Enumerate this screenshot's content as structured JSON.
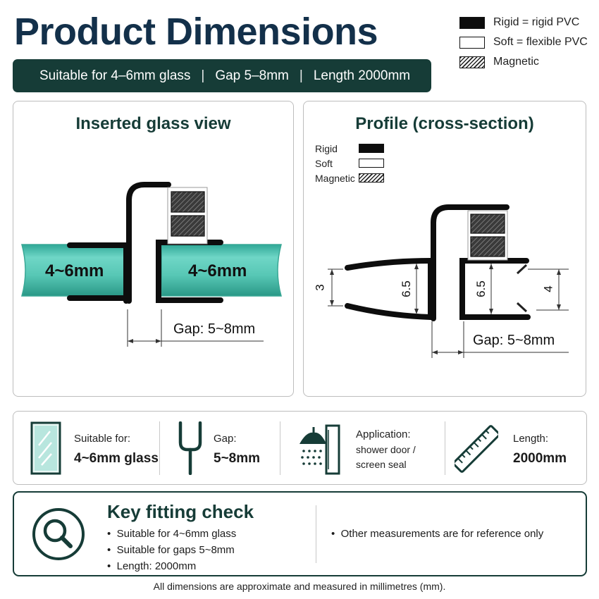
{
  "title": "Product Dimensions",
  "legend": [
    {
      "type": "rigid",
      "label": "Rigid = rigid PVC"
    },
    {
      "type": "soft",
      "label": "Soft = flexible PVC"
    },
    {
      "type": "magnetic",
      "label": "Magnetic"
    }
  ],
  "banner": {
    "glass": "Suitable for 4–6mm glass",
    "gap": "Gap 5–8mm",
    "length": "Length 2000mm",
    "separator": "|"
  },
  "inserted_view": {
    "title": "Inserted glass view",
    "glass_left_label": "4~6mm",
    "glass_right_label": "4~6mm",
    "gap_label": "Gap: 5~8mm"
  },
  "profile_view": {
    "title": "Profile (cross-section)",
    "legend": {
      "rigid": "Rigid",
      "soft": "Soft",
      "magnetic": "Magnetic"
    },
    "dim_left": "3",
    "dim_inner_left": "6.5",
    "dim_inner_right": "6.5",
    "dim_right": "4",
    "gap_label": "Gap: 5~8mm"
  },
  "specs": [
    {
      "icon": "glass-pane-icon",
      "label": "Suitable for:",
      "value": "4~6mm glass"
    },
    {
      "icon": "gap-profile-icon",
      "label": "Gap:",
      "value": "5~8mm"
    },
    {
      "icon": "shower-door-icon",
      "label": "Application:",
      "value_line1": "shower door /",
      "value_line2": "screen seal"
    },
    {
      "icon": "ruler-icon",
      "label": "Length:",
      "value": "2000mm"
    }
  ],
  "key_check": {
    "icon": "magnifier-icon",
    "title": "Key fitting check",
    "items": [
      "Suitable for 4~6mm glass",
      "Suitable for gaps 5~8mm",
      "Length: 2000mm"
    ],
    "note": "Other measurements are for reference only",
    "bullet": "•"
  },
  "footnote": "All dimensions are approximate and measured in millimetres (mm).",
  "colors": {
    "dark_green": "#163c37",
    "navy_title": "#13304a",
    "glass": "#5cc9b8",
    "rigid": "#0d0d0d"
  }
}
